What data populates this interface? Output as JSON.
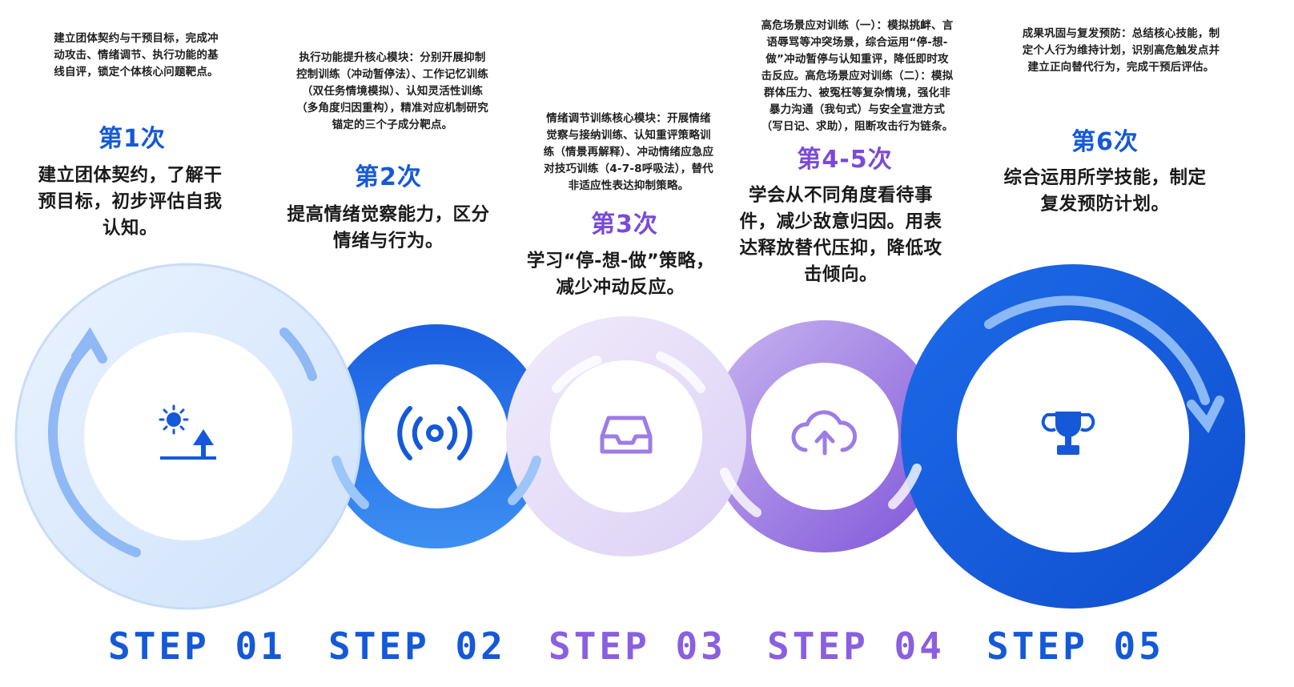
{
  "colors": {
    "blue_dark": "#1559d8",
    "blue_mid": "#3b8cf2",
    "blue_light": "#dceafd",
    "purple_dark": "#7a4ad6",
    "purple_mid": "#9d7ce6",
    "purple_light": "#e7ddf8"
  },
  "sessions": [
    {
      "label": "第1次",
      "detail": [
        "建立团体契约与干预目标，完成冲",
        "动攻击、情绪调节、执行功能的基",
        "线自评，锁定个体核心问题靶点。"
      ],
      "summary": [
        "建立团体契约，了解干",
        "预目标，初步评估自我",
        "认知。"
      ],
      "icon": "sun-mountain-icon"
    },
    {
      "label": "第2次",
      "detail": [
        "执行功能提升核心模块：分别开展抑制",
        "控制训练（冲动暂停法）、工作记忆训练",
        "（双任务情境模拟）、认知灵活性训练",
        "（多角度归因重构），精准对应机制研究",
        "锚定的三个子成分靶点。"
      ],
      "summary": [
        "提高情绪觉察能力，区分",
        "情绪与行为。"
      ],
      "icon": "broadcast-icon"
    },
    {
      "label": "第3次",
      "detail": [
        "情绪调节训练核心模块：开展情绪",
        "觉察与接纳训练、认知重评策略训",
        "练（情景再解释）、冲动情绪应急应",
        "对技巧训练（4-7-8呼吸法），替代",
        "非适应性表达抑制策略。"
      ],
      "summary": [
        "学习“停-想-做”策略，",
        "减少冲动反应。"
      ],
      "icon": "inbox-icon"
    },
    {
      "label": "第4-5次",
      "detail": [
        "高危场景应对训练（一）：模拟挑衅、言",
        "语辱骂等冲突场景，综合运用“停-想-",
        "做”冲动暂停与认知重评，降低即时攻",
        "击反应。高危场景应对训练（二）：模拟",
        "群体压力、被冤枉等复杂情境，强化非",
        "暴力沟通（我句式）与安全宣泄方式",
        "（写日记、求助），阻断攻击行为链条。"
      ],
      "summary": [
        "学会从不同角度看待事",
        "件，减少敌意归因。用表",
        "达释放替代压抑，降低攻",
        "击倾向。"
      ],
      "icon": "cloud-upload-icon"
    },
    {
      "label": "第6次",
      "detail": [
        "成果巩固与复发预防：总结核心技能，制",
        "定个人行为维持计划，识别高危触发点并",
        "建立正向替代行为，完成干预后评估。"
      ],
      "summary": [
        "综合运用所学技能，制定",
        "复发预防计划。"
      ],
      "icon": "trophy-icon"
    }
  ],
  "steps": [
    "STEP  01",
    "STEP  02",
    "STEP  03",
    "STEP  04",
    "STEP  05"
  ]
}
